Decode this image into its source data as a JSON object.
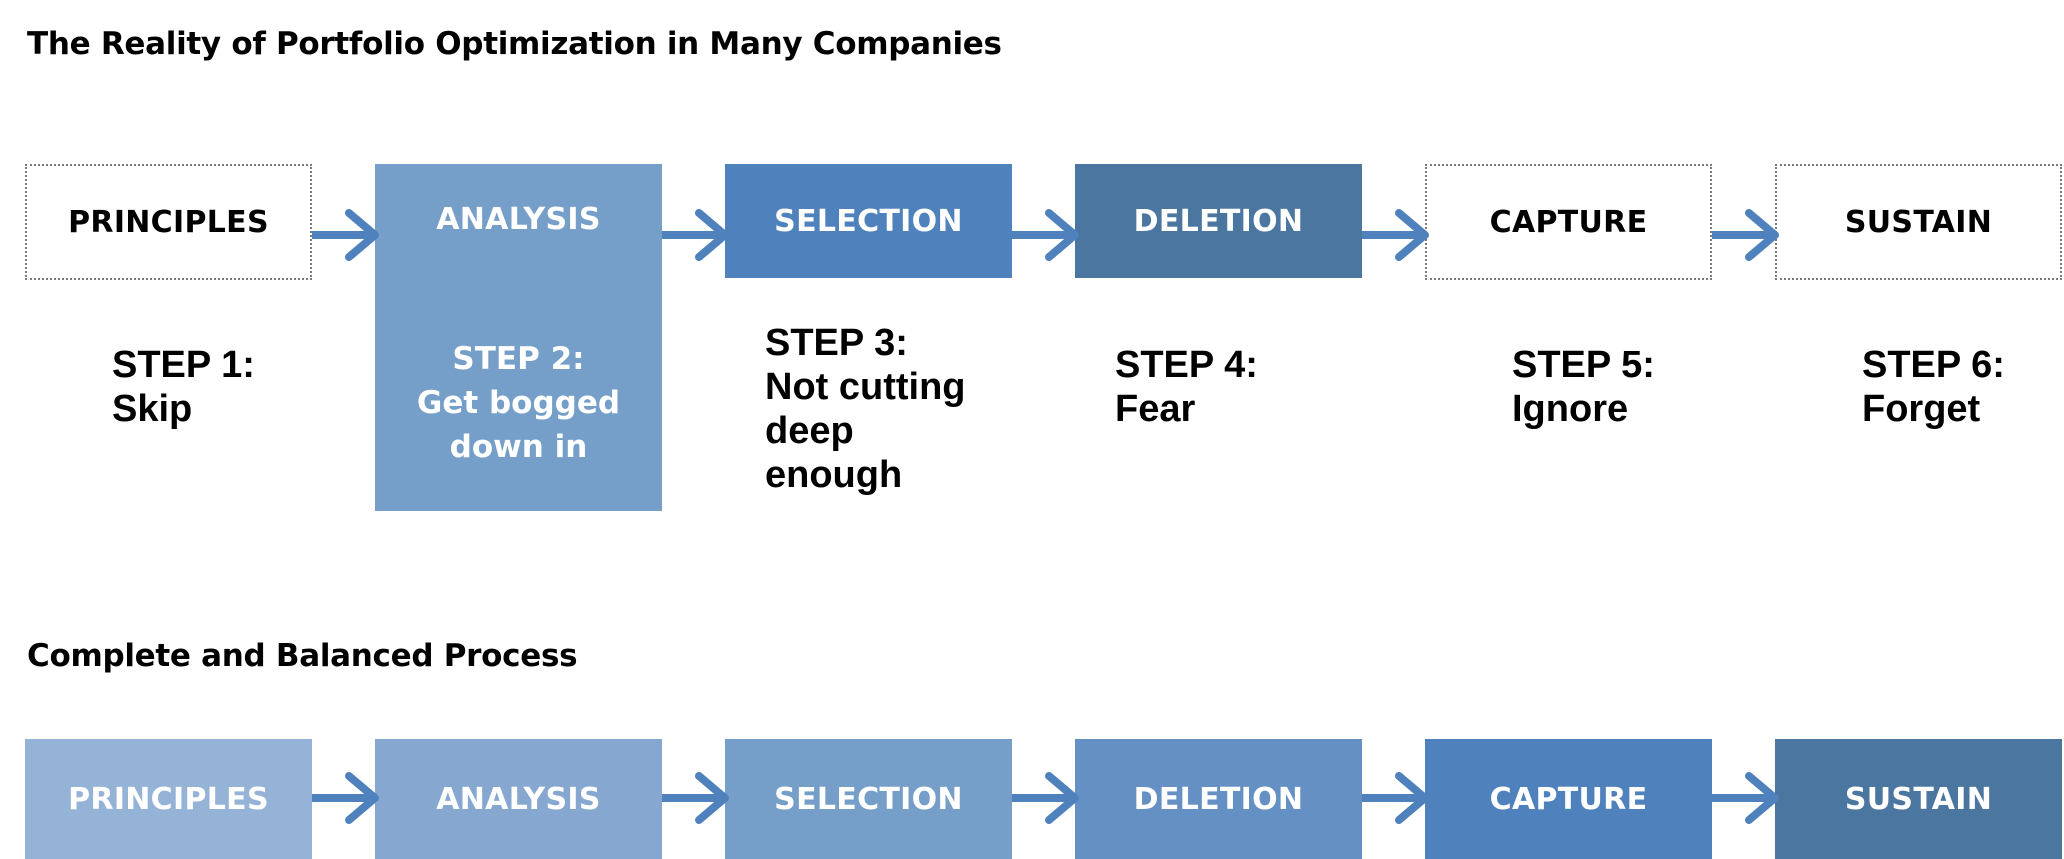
{
  "colors": {
    "arrow": "#4f81bd",
    "top_analysis": "#759ec9",
    "top_selection": "#4f81bd",
    "top_deletion": "#4a76a0",
    "bottom": [
      "#95b3d7",
      "#86a8d0",
      "#759ec9",
      "#6590c4",
      "#4f81bd",
      "#4a76a0"
    ]
  },
  "top": {
    "title": "The Reality of Portfolio Optimization in Many Companies",
    "stages": [
      {
        "label": "PRINCIPLES",
        "step": "STEP 1:\nSkip"
      },
      {
        "label": "ANALYSIS",
        "step": "STEP 2:\nGet bogged\ndown in"
      },
      {
        "label": "SELECTION",
        "step": "STEP 3:\nNot cutting\ndeep\nenough"
      },
      {
        "label": "DELETION",
        "step": "STEP 4:\nFear"
      },
      {
        "label": "CAPTURE",
        "step": "STEP 5:\nIgnore"
      },
      {
        "label": "SUSTAIN",
        "step": "STEP 6:\nForget"
      }
    ]
  },
  "bottom": {
    "title": "Complete and Balanced Process",
    "stages": [
      {
        "label": "PRINCIPLES"
      },
      {
        "label": "ANALYSIS"
      },
      {
        "label": "SELECTION"
      },
      {
        "label": "DELETION"
      },
      {
        "label": "CAPTURE"
      },
      {
        "label": "SUSTAIN"
      }
    ]
  }
}
